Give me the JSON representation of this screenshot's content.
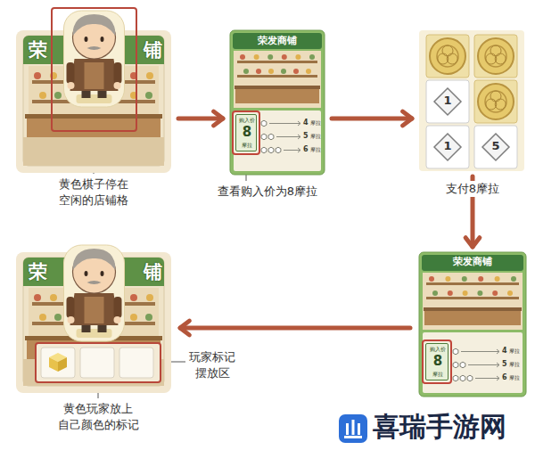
{
  "diagram": {
    "nodes": [
      {
        "text": [
          "荣",
          "铺"
        ]
      },
      {
        "text": [
          "荣发商铺",
          "4",
          "摩拉",
          "5",
          "摩拉",
          "6",
          "摩拉"
        ]
      },
      {
        "text": [
          "购入价",
          "8",
          "摩拉"
        ],
        "in": 1
      },
      {
        "text": [
          "1",
          "1",
          "5"
        ]
      },
      {
        "text": [
          "荣发商铺",
          "4",
          "摩拉",
          "5",
          "摩拉",
          "6",
          "摩拉"
        ]
      },
      {
        "text": [
          "购入价",
          "8",
          "摩拉"
        ],
        "in": 4
      },
      {
        "text": [
          "荣",
          "铺"
        ]
      }
    ],
    "edges": [
      {
        "from": 0,
        "to": 1,
        "arrow": "to"
      },
      {
        "from": 1,
        "to": 3,
        "arrow": "to"
      },
      {
        "from": 3,
        "to": 4,
        "arrow": "to"
      },
      {
        "from": 4,
        "to": 6,
        "arrow": "to"
      }
    ],
    "labels": [
      "黄色棋子停在 空闲的店铺格",
      "查看购入价为8摩拉",
      "支付8摩拉",
      "玩家标记 摆放区",
      "黄色玩家放上 自己颜色的标记",
      "喜瑞手游网"
    ]
  }
}
